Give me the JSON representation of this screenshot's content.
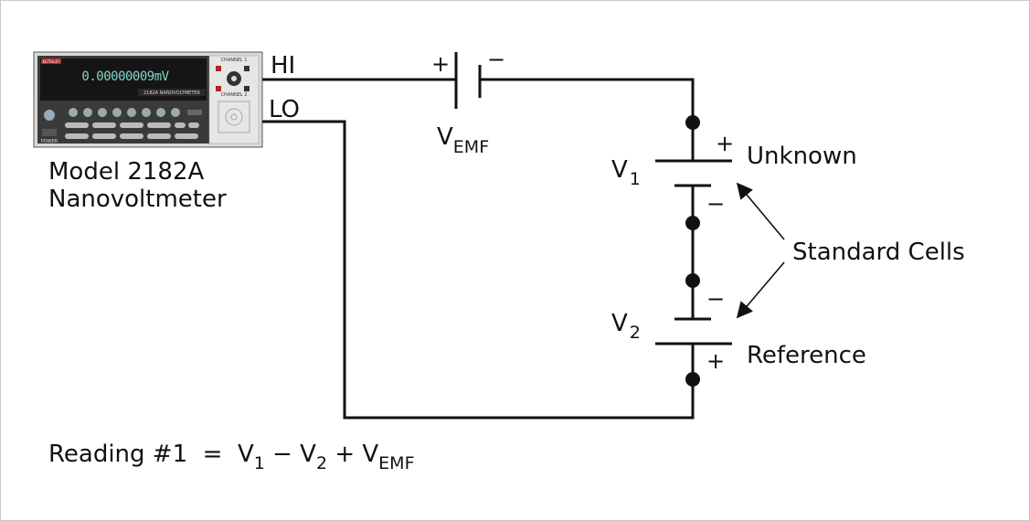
{
  "instrument": {
    "brand": "KEITHLEY",
    "display_reading": "0.00000009mV",
    "model_strip": "2182A  NANOVOLTMETER",
    "channel1": "CHANNEL 1",
    "channel2": "CHANNEL 2",
    "power": "POWER",
    "caption_line1": "Model 2182A",
    "caption_line2": "Nanovoltmeter"
  },
  "terminals": {
    "hi": "HI",
    "lo": "LO"
  },
  "emf_source": {
    "plus": "+",
    "minus": "−",
    "label_main": "V",
    "label_sub": "EMF"
  },
  "cells": {
    "v1": {
      "label_main": "V",
      "label_sub": "1",
      "plus": "+",
      "minus": "−",
      "name": "Unknown"
    },
    "v2": {
      "label_main": "V",
      "label_sub": "2",
      "plus": "+",
      "minus": "−",
      "name": "Reference"
    },
    "group_label": "Standard Cells"
  },
  "equation": {
    "prefix": "Reading #1  =  V",
    "sub1": "1",
    "mid": " − V",
    "sub2": "2",
    "plus_part": " + V",
    "sub3": "EMF"
  },
  "colors": {
    "wire": "#111111",
    "instrument_body": "#3a3a3a",
    "display_text": "#7fd9c8",
    "border": "#c8c8c8"
  }
}
